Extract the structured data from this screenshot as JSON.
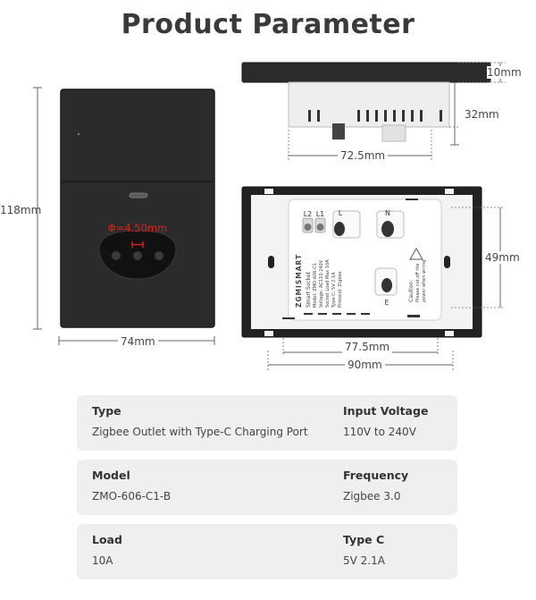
{
  "heading": "Product Parameter",
  "dimensions": {
    "front_height": "118mm",
    "front_width": "74mm",
    "socket_hole": "Φ=4.50mm",
    "plate_thickness": "10mm",
    "box_depth": "32mm",
    "box_width": "72.5mm",
    "hole_spacing": "49mm",
    "back_inner_width": "77.5mm",
    "back_outer_width": "90mm"
  },
  "back_labels": {
    "brand": "ZGMISMART",
    "terminal_l2": "L2",
    "terminal_l1": "L1",
    "terminal_l": "L",
    "terminal_n": "N",
    "terminal_e": "E",
    "product_name": "Smart Socket",
    "model_line": "Model: ZMO-606-C1",
    "voltage_line": "Voltage: AC110-240V",
    "load_line": "Socket Load Max 10A",
    "typec_line": "Type-C: 5V 2.1A",
    "protocol_line": "Protocol: Zigbee",
    "caution_title": "Caution:",
    "caution_1": "Please cut off the",
    "caution_2": "power when wiring"
  },
  "specs": [
    {
      "left_label": "Type",
      "left_value": "Zigbee Outlet with Type-C Charging Port",
      "right_label": "Input Voltage",
      "right_value": "110V to 240V"
    },
    {
      "left_label": "Model",
      "left_value": "ZMO-606-C1-B",
      "right_label": "Frequency",
      "right_value": "Zigbee 3.0"
    },
    {
      "left_label": "Load",
      "left_value": "10A",
      "right_label": "Type C",
      "right_value": "5V 2.1A"
    }
  ],
  "colors": {
    "panel": "#2b2b2b",
    "panel_edge": "#1a1a1a",
    "accent_red": "#e0201a",
    "back_white": "#f3f3f3",
    "card_bg": "#efefef"
  }
}
